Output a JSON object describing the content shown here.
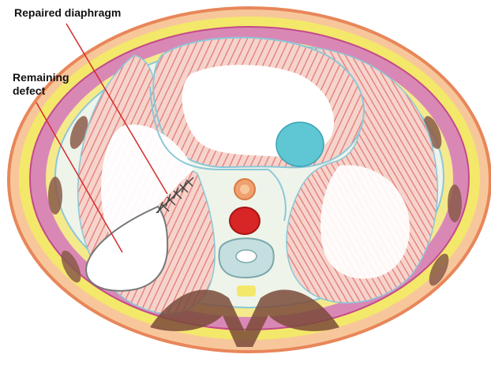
{
  "labels": {
    "repaired": "Repaired diaphragm",
    "remaining_line1": "Remaining",
    "remaining_line2": "defect"
  },
  "colors": {
    "skin_outline": "#e8865a",
    "subcutaneous_fat": "#f3e86a",
    "muscle_wall": "#d3589a",
    "peritoneum_blue": "#8cc7d8",
    "lung_hatch": "#df6a68",
    "heart_chamber": "#ffffff",
    "ventricle_cyan": "#5fc7d4",
    "esophagus": "#f0a070",
    "aorta": "#d82525",
    "vertebra": "#c5dfe0",
    "spine_brown": "#7a4a3a",
    "pointer_line": "#d42a2a",
    "suture": "#444444"
  },
  "icons": [
    "suture-mark-icon"
  ]
}
